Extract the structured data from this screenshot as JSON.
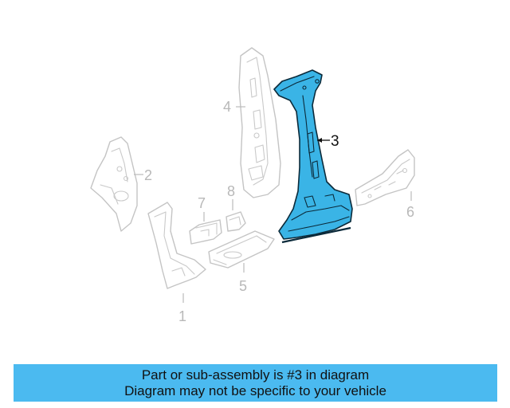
{
  "diagram": {
    "callouts": [
      {
        "id": "1",
        "label": "1",
        "highlighted": false
      },
      {
        "id": "2",
        "label": "2",
        "highlighted": false
      },
      {
        "id": "3",
        "label": "3",
        "highlighted": true
      },
      {
        "id": "4",
        "label": "4",
        "highlighted": false
      },
      {
        "id": "5",
        "label": "5",
        "highlighted": false
      },
      {
        "id": "6",
        "label": "6",
        "highlighted": false
      },
      {
        "id": "7",
        "label": "7",
        "highlighted": false
      },
      {
        "id": "8",
        "label": "8",
        "highlighted": false
      }
    ],
    "colors": {
      "highlight_fill": "#3ab4e6",
      "ghost_stroke": "#c4c4c4",
      "banner_background": "#4bbaf0"
    }
  },
  "banner": {
    "line1": "Part or sub-assembly is #3 in diagram",
    "line2": "Diagram may not be specific to your vehicle"
  }
}
